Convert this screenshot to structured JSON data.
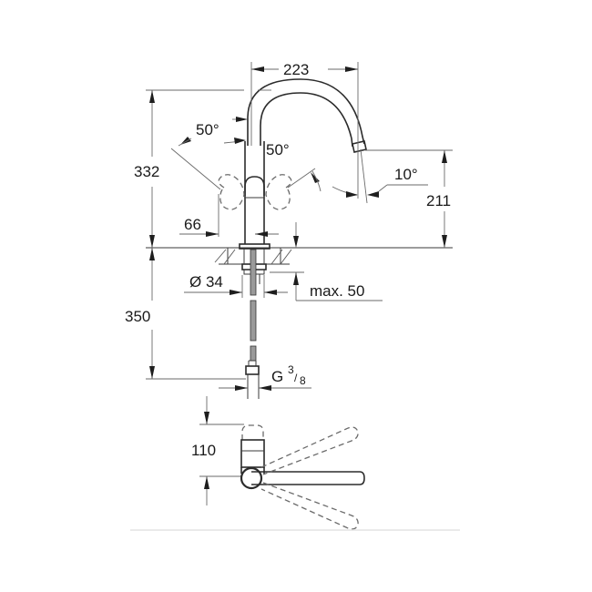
{
  "drawing": {
    "title": "Kitchen faucet dimension drawing",
    "dimensions": {
      "spout_reach": "223",
      "total_height": "332",
      "spout_outlet_height": "211",
      "lever_clearance": "66",
      "below_deck_length": "350",
      "mounting_hole_diameter": "Ø 34",
      "max_deck_thickness": "max. 50",
      "connection_thread_prefix": "G",
      "connection_thread_num": "3",
      "connection_thread_den": "8",
      "top_view_depth": "110"
    },
    "angles": {
      "spout_swivel_left": "50°",
      "lever_rotation": "50°",
      "outlet_tilt": "10°"
    },
    "colors": {
      "line": "#3a3a3a",
      "dashed": "#6b6b6b",
      "text": "#1a1a1a",
      "background": "#ffffff"
    }
  }
}
